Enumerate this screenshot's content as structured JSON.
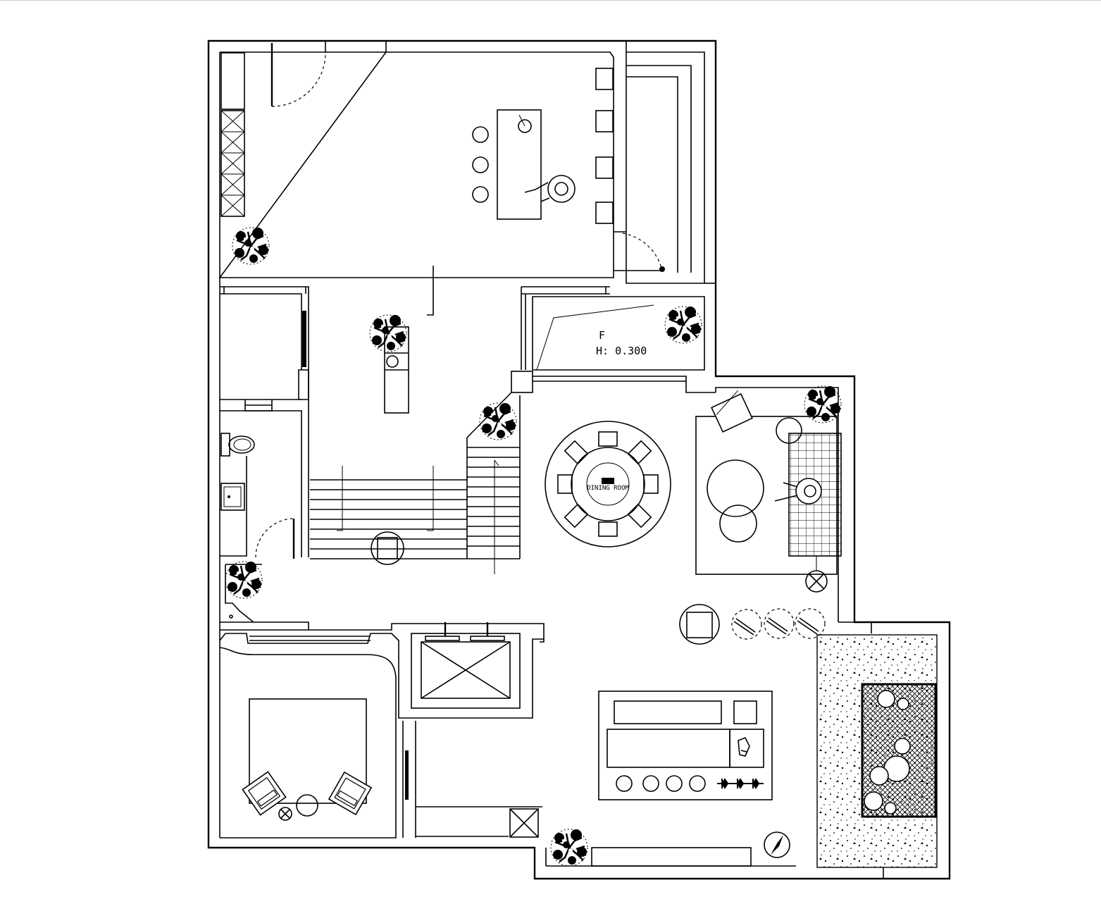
{
  "drawing": {
    "title": "",
    "level_symbol": "F",
    "level_text": "H: 0.300",
    "table_label": "DINING ROOM"
  },
  "colors": {
    "ink": "#000000",
    "paper": "#ffffff",
    "frame": "#cfcfcf"
  },
  "symbols": [
    "tree-icon",
    "toilet-icon",
    "sink-icon",
    "chair-icon",
    "bed-icon",
    "stove-icon",
    "elevator-icon",
    "compass-icon",
    "stair-arrow-icon"
  ]
}
